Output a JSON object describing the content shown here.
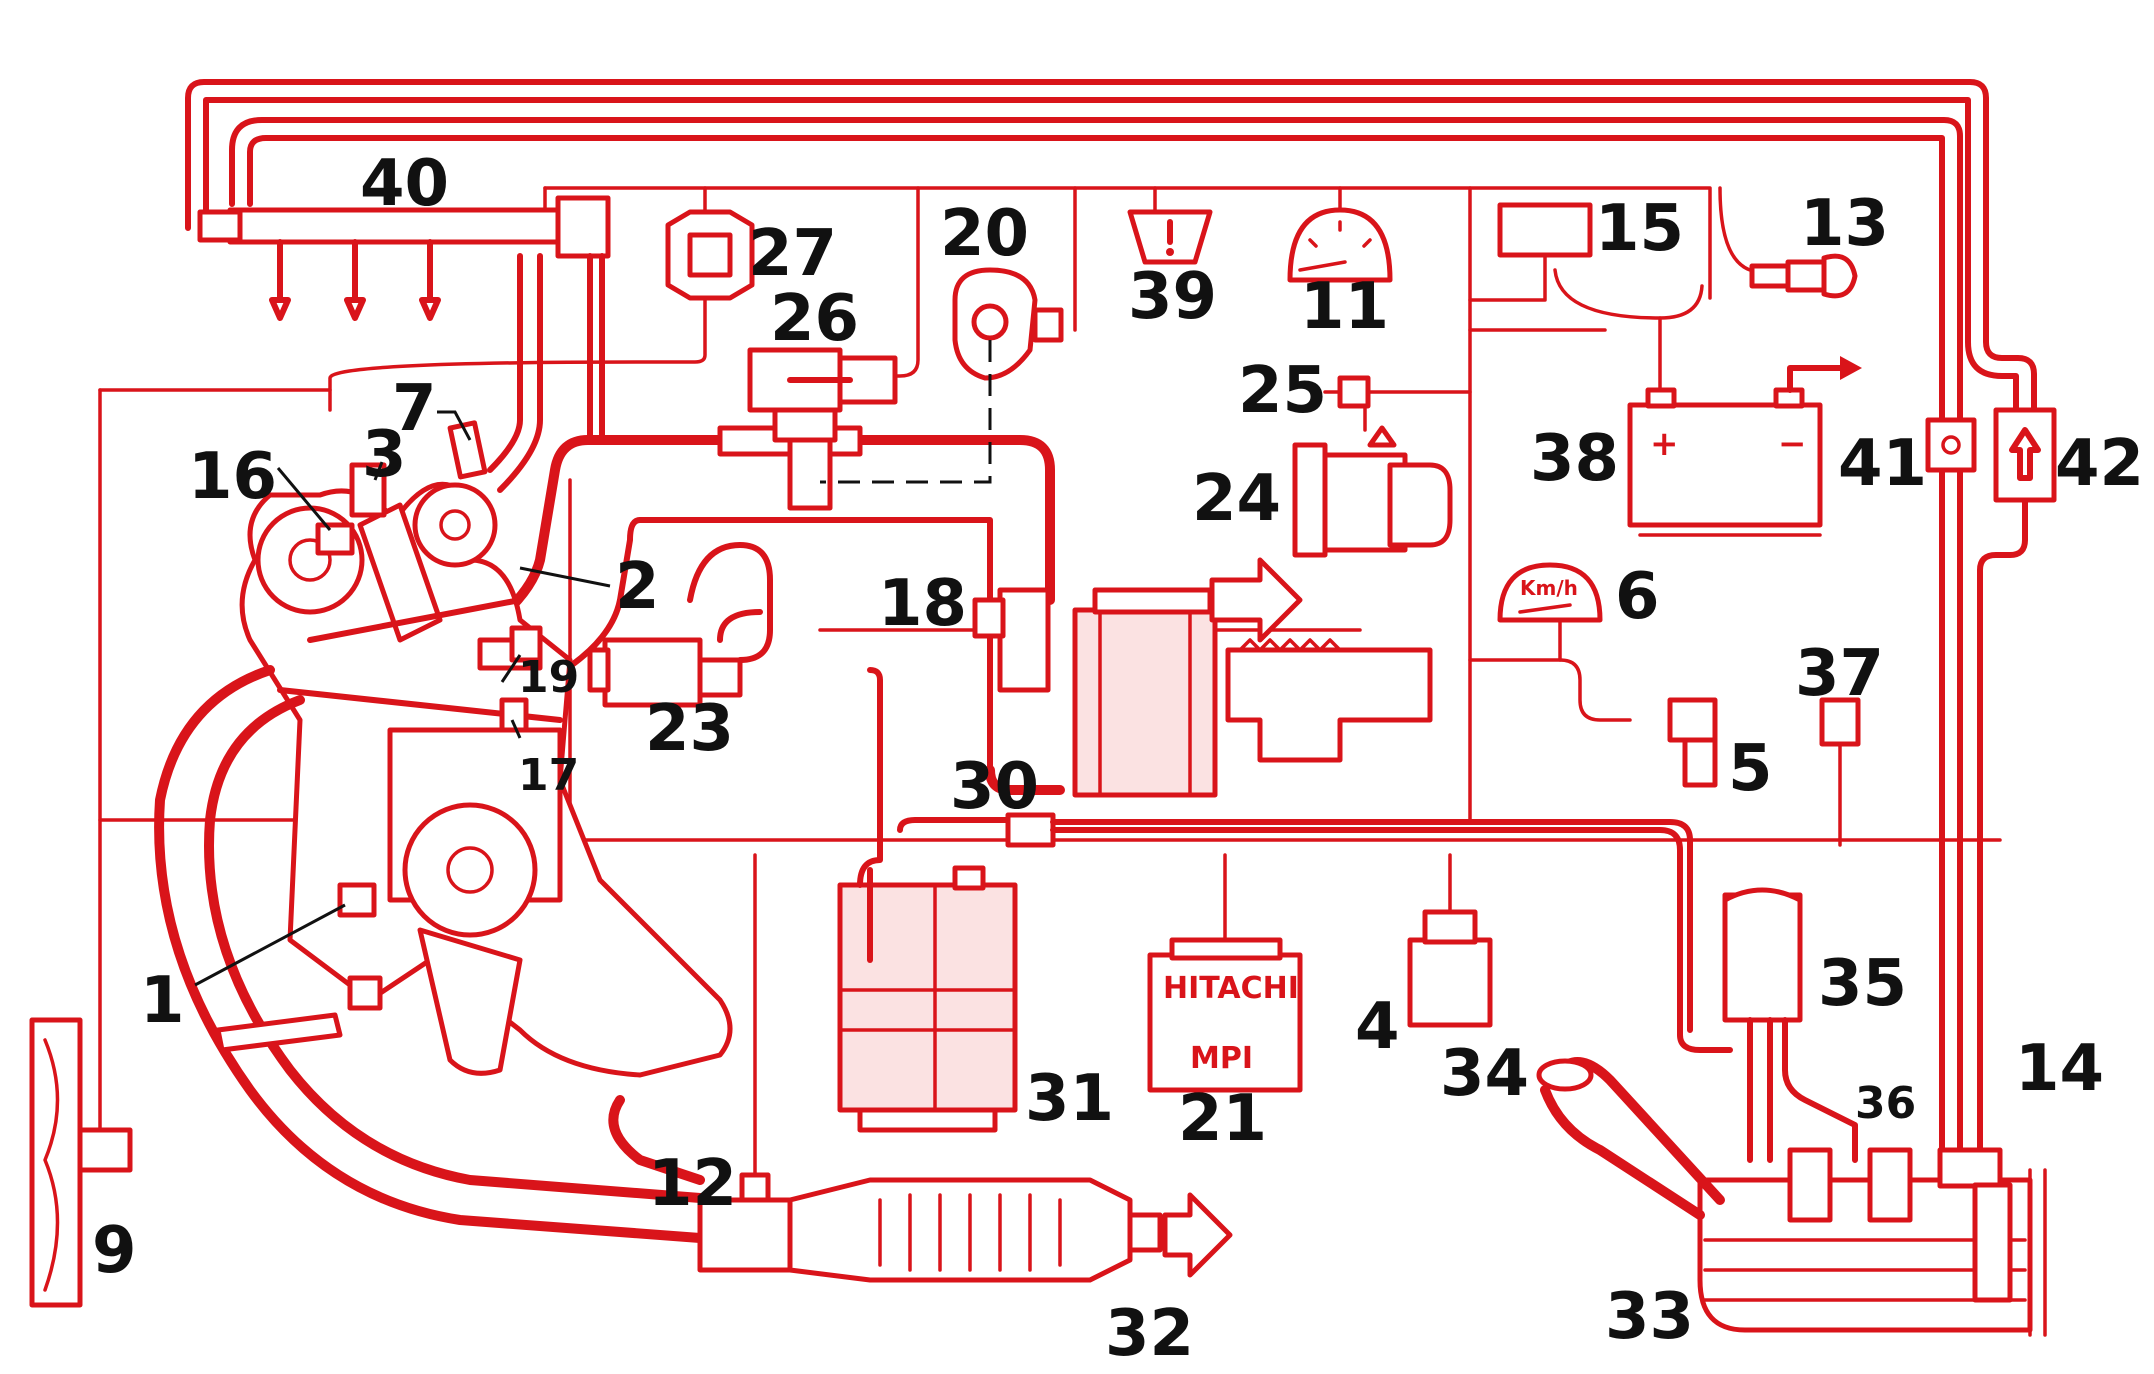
{
  "diagram": {
    "colors": {
      "line": "#d9141a",
      "text": "#111111",
      "background": "#ffffff",
      "tint": "#fbe2e2"
    },
    "labels": {
      "n1": "1",
      "n2": "2",
      "n3": "3",
      "n4": "4",
      "n5": "5",
      "n6": "6",
      "n7": "7",
      "n9": "9",
      "n11": "11",
      "n12": "12",
      "n13": "13",
      "n14": "14",
      "n15": "15",
      "n16": "16",
      "n17": "17",
      "n18": "18",
      "n19": "19",
      "n20": "20",
      "n21": "21",
      "n23": "23",
      "n24": "24",
      "n25": "25",
      "n26": "26",
      "n27": "27",
      "n30": "30",
      "n31": "31",
      "n32": "32",
      "n33": "33",
      "n34": "34",
      "n35": "35",
      "n36": "36",
      "n37": "37",
      "n38": "38",
      "n39": "39",
      "n40": "40",
      "n41": "41",
      "n42": "42"
    },
    "ecu": {
      "brand": "HITACHI",
      "system": "MPI"
    },
    "speedometer": {
      "unit": "Km/h"
    },
    "battery": {
      "plus": "+",
      "minus": "−"
    }
  }
}
